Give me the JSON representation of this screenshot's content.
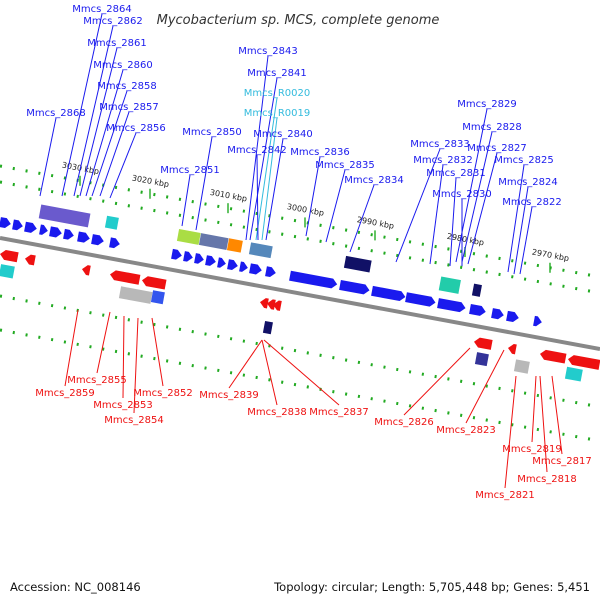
{
  "title": "Mycobacterium sp. MCS, complete genome",
  "footer": {
    "accession": "Accession: NC_008146",
    "summary": "Topology: circular; Length: 5,705,448 bp; Genes: 5,451"
  },
  "colors": {
    "forward_gene": "#1a1aee",
    "reverse_gene": "#ee1111",
    "rna_label": "#33bbdd",
    "backbone": "#888888",
    "tick": "#22aa22",
    "dark_feature": "#111166",
    "teal_feature": "#22ccaa",
    "gray_feature": "#b8b8b8"
  },
  "ticks": [
    "3030 kbp",
    "3020 kbp",
    "3010 kbp",
    "3000 kbp",
    "2990 kbp",
    "2980 kbp",
    "2970 kbp"
  ],
  "labels_top": [
    {
      "text": "Mmcs_2864",
      "kind": "gene"
    },
    {
      "text": "Mmcs_2862",
      "kind": "gene"
    },
    {
      "text": "Mmcs_2861",
      "kind": "gene"
    },
    {
      "text": "Mmcs_2860",
      "kind": "gene"
    },
    {
      "text": "Mmcs_2858",
      "kind": "gene"
    },
    {
      "text": "Mmcs_2857",
      "kind": "gene"
    },
    {
      "text": "Mmcs_2868",
      "kind": "gene"
    },
    {
      "text": "Mmcs_2856",
      "kind": "gene"
    },
    {
      "text": "Mmcs_2850",
      "kind": "gene"
    },
    {
      "text": "Mmcs_2851",
      "kind": "gene"
    },
    {
      "text": "Mmcs_2843",
      "kind": "gene"
    },
    {
      "text": "Mmcs_2841",
      "kind": "gene"
    },
    {
      "text": "Mmcs_R0020",
      "kind": "rna"
    },
    {
      "text": "Mmcs_R0019",
      "kind": "rna"
    },
    {
      "text": "Mmcs_2840",
      "kind": "gene"
    },
    {
      "text": "Mmcs_2842",
      "kind": "gene"
    },
    {
      "text": "Mmcs_2836",
      "kind": "gene"
    },
    {
      "text": "Mmcs_2835",
      "kind": "gene"
    },
    {
      "text": "Mmcs_2834",
      "kind": "gene"
    },
    {
      "text": "Mmcs_2833",
      "kind": "gene"
    },
    {
      "text": "Mmcs_2832",
      "kind": "gene"
    },
    {
      "text": "Mmcs_2831",
      "kind": "gene"
    },
    {
      "text": "Mmcs_2830",
      "kind": "gene"
    },
    {
      "text": "Mmcs_2829",
      "kind": "gene"
    },
    {
      "text": "Mmcs_2828",
      "kind": "gene"
    },
    {
      "text": "Mmcs_2827",
      "kind": "gene"
    },
    {
      "text": "Mmcs_2825",
      "kind": "gene"
    },
    {
      "text": "Mmcs_2824",
      "kind": "gene"
    },
    {
      "text": "Mmcs_2822",
      "kind": "gene"
    }
  ],
  "labels_bottom": [
    {
      "text": "Mmcs_2855"
    },
    {
      "text": "Mmcs_2859"
    },
    {
      "text": "Mmcs_2853"
    },
    {
      "text": "Mmcs_2852"
    },
    {
      "text": "Mmcs_2854"
    },
    {
      "text": "Mmcs_2839"
    },
    {
      "text": "Mmcs_2838"
    },
    {
      "text": "Mmcs_2837"
    },
    {
      "text": "Mmcs_2826"
    },
    {
      "text": "Mmcs_2823"
    },
    {
      "text": "Mmcs_2819"
    },
    {
      "text": "Mmcs_2817"
    },
    {
      "text": "Mmcs_2818"
    },
    {
      "text": "Mmcs_2821"
    }
  ]
}
